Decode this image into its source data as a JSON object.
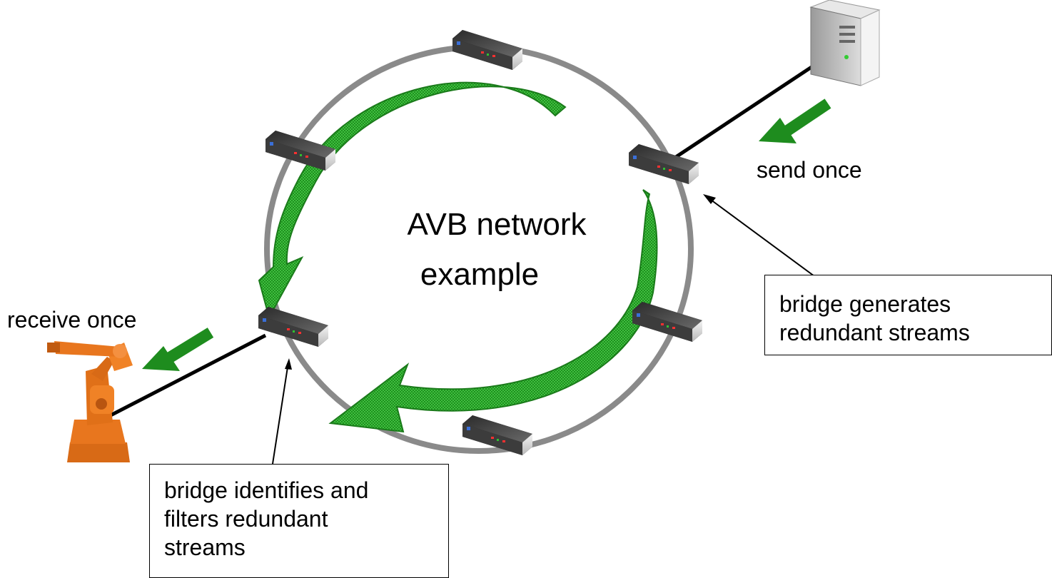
{
  "diagram": {
    "title_line1": "AVB network",
    "title_line2": "example",
    "send_label": "send once",
    "receive_label": "receive once",
    "callout_generate": {
      "line1": "bridge generates",
      "line2": "redundant streams"
    },
    "callout_filter": {
      "line1": "bridge identifies and",
      "line2": "filters redundant",
      "line3": "streams"
    },
    "colors": {
      "ring": "#8a8a8a",
      "link": "#000000",
      "flow_arrow_fill": "#22aa22",
      "flow_arrow_dark": "#1a7a1a",
      "direction_arrow": "#1e8c1e",
      "robot": "#e8761e",
      "bridge_body": "#4a4a4a"
    },
    "icons": [
      "server-icon",
      "bridge-icon",
      "robot-arm-icon"
    ]
  }
}
